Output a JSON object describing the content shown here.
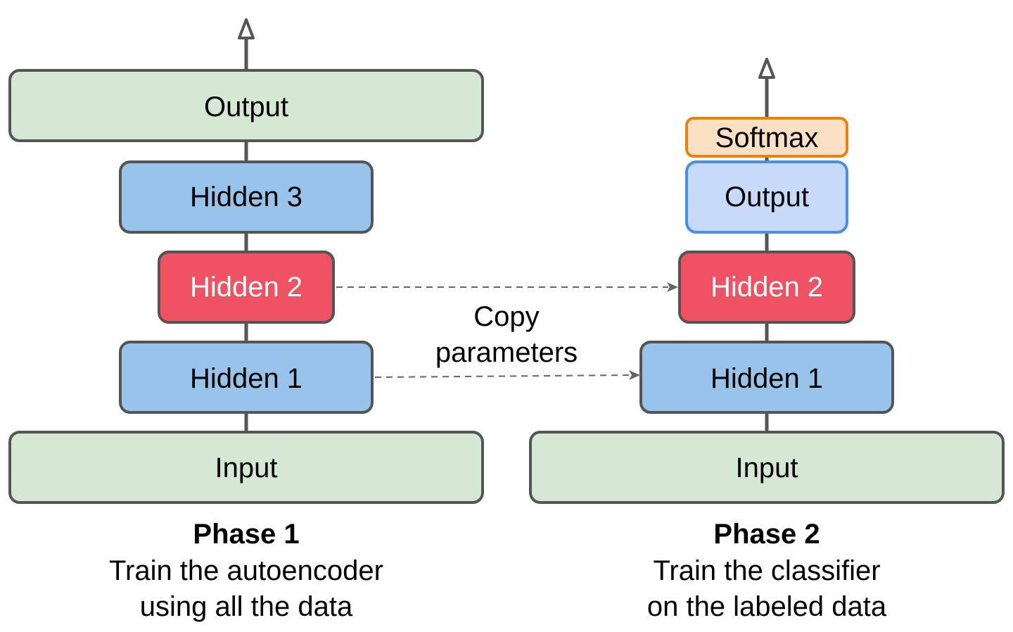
{
  "colors": {
    "green_fill": "#d5e8d4",
    "blue_fill": "#98c4eb",
    "red_fill": "#ef5363",
    "light_blue_fill": "#c8daf9",
    "light_blue_stroke": "#4a90e2",
    "orange_fill": "#fce0c4",
    "orange_stroke": "#e8820e",
    "stroke": "#555555"
  },
  "phase1": {
    "output": "Output",
    "hidden3": "Hidden 3",
    "hidden2": "Hidden 2",
    "hidden1": "Hidden 1",
    "input": "Input",
    "title": "Phase 1",
    "line1": "Train the autoencoder",
    "line2": "using all the data"
  },
  "phase2": {
    "softmax": "Softmax",
    "output": "Output",
    "hidden2": "Hidden 2",
    "hidden1": "Hidden 1",
    "input": "Input",
    "title": "Phase 2",
    "line1": "Train the classifier",
    "line2": "on the labeled data"
  },
  "copy": {
    "line1": "Copy",
    "line2": "parameters"
  }
}
